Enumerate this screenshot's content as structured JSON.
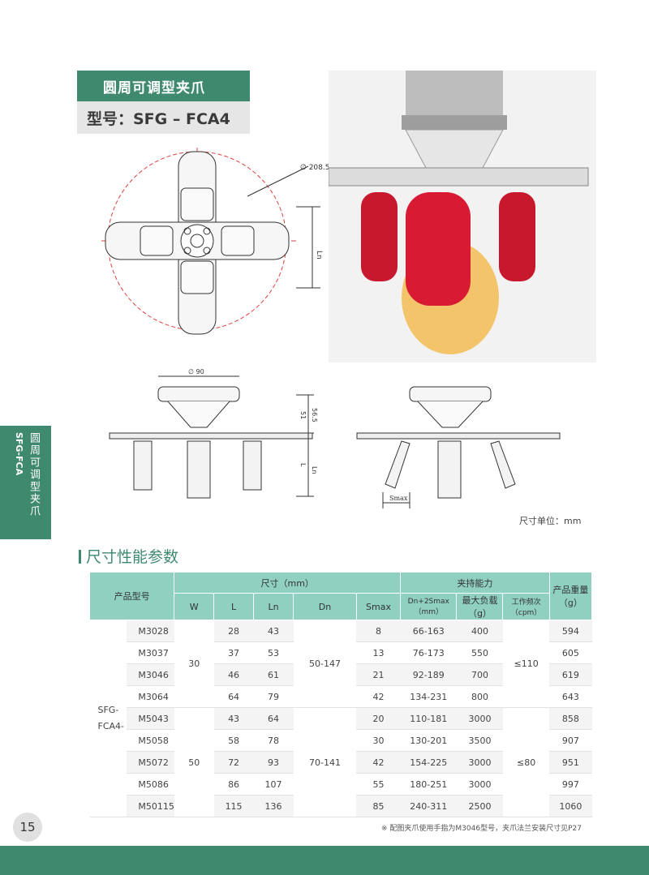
{
  "header": {
    "title": "圆周可调型夹爪",
    "model": "型号：SFG – FCA4"
  },
  "side_tab": {
    "text_cn": "圆周可调型夹爪",
    "text_en": "SFG-FCA"
  },
  "drawing": {
    "dim_diameter_large": "∅ 208.5",
    "dim_ln_top": "Ln",
    "dim_diameter_small": "∅ 90",
    "dim_51": "51",
    "dim_56_5": "56.5",
    "dim_l": "L",
    "dim_ln_side": "Ln",
    "dim_smax": "Smax"
  },
  "unit_note": "尺寸单位：mm",
  "section_title": "尺寸性能参数",
  "table": {
    "h_model": "产品型号",
    "h_size": "尺寸（mm）",
    "h_clamp": "夹持能力",
    "h_weight": "产品重量（g）",
    "h_w": "W",
    "h_l": "L",
    "h_ln": "Ln",
    "h_dn": "Dn",
    "h_smax": "Smax",
    "h_dn2s": "Dn+2Smax（mm）",
    "h_load": "最大负载（g）",
    "h_freq": "工作频次（cpm）",
    "group": "SFG-FCA4-",
    "rows": [
      {
        "model": "M3028",
        "l": "28",
        "ln": "43",
        "smax": "8",
        "range": "66-163",
        "load": "400",
        "weight": "594"
      },
      {
        "model": "M3037",
        "l": "37",
        "ln": "53",
        "smax": "13",
        "range": "76-173",
        "load": "550",
        "weight": "605"
      },
      {
        "model": "M3046",
        "l": "46",
        "ln": "61",
        "smax": "21",
        "range": "92-189",
        "load": "700",
        "weight": "619"
      },
      {
        "model": "M3064",
        "l": "64",
        "ln": "79",
        "smax": "42",
        "range": "134-231",
        "load": "800",
        "weight": "643"
      },
      {
        "model": "M5043",
        "l": "43",
        "ln": "64",
        "smax": "20",
        "range": "110-181",
        "load": "3000",
        "weight": "858"
      },
      {
        "model": "M5058",
        "l": "58",
        "ln": "78",
        "smax": "30",
        "range": "130-201",
        "load": "3500",
        "weight": "907"
      },
      {
        "model": "M5072",
        "l": "72",
        "ln": "93",
        "smax": "42",
        "range": "154-225",
        "load": "3000",
        "weight": "951"
      },
      {
        "model": "M5086",
        "l": "86",
        "ln": "107",
        "smax": "55",
        "range": "180-251",
        "load": "3000",
        "weight": "997"
      },
      {
        "model": "M50115",
        "l": "115",
        "ln": "136",
        "smax": "85",
        "range": "240-311",
        "load": "2500",
        "weight": "1060"
      }
    ],
    "w_30": "30",
    "w_50": "50",
    "dn_a": "50-147",
    "dn_b": "70-141",
    "freq_a": "≤110",
    "freq_b": "≤80"
  },
  "footnote": "※ 配图夹爪使用手指为M3046型号，夹爪法兰安装尺寸见P27",
  "page_number": "15"
}
